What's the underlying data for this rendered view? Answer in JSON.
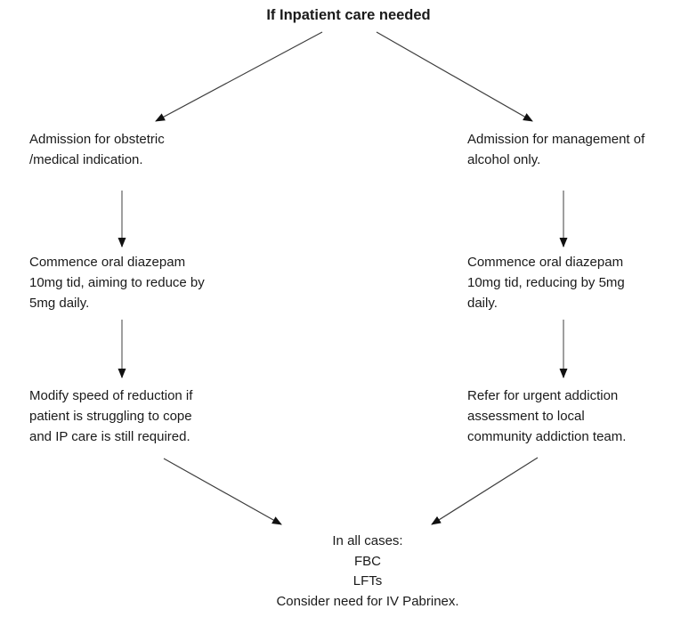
{
  "title": "If Inpatient care needed",
  "colors": {
    "background": "#ffffff",
    "text": "#1a1a1a",
    "arrow_stem_vertical": "#8e8e8e",
    "arrow_stem_diagonal": "#3d3d3d",
    "arrow_head": "#111111"
  },
  "flowchart": {
    "left_branch": {
      "step1": "Admission for obstetric\n/medical indication.",
      "step2": "Commence oral diazepam\n10mg tid, aiming to reduce by\n5mg daily.",
      "step3": "Modify speed of reduction if\npatient is struggling to cope\nand IP care is still required."
    },
    "right_branch": {
      "step1": "Admission for management of\nalcohol only.",
      "step2": "Commence oral diazepam\n10mg tid, reducing by 5mg\ndaily.",
      "step3": "Refer for urgent addiction\nassessment to local\ncommunity addiction team."
    },
    "footer": "In all cases:\nFBC\nLFTs\nConsider need for IV Pabrinex."
  }
}
